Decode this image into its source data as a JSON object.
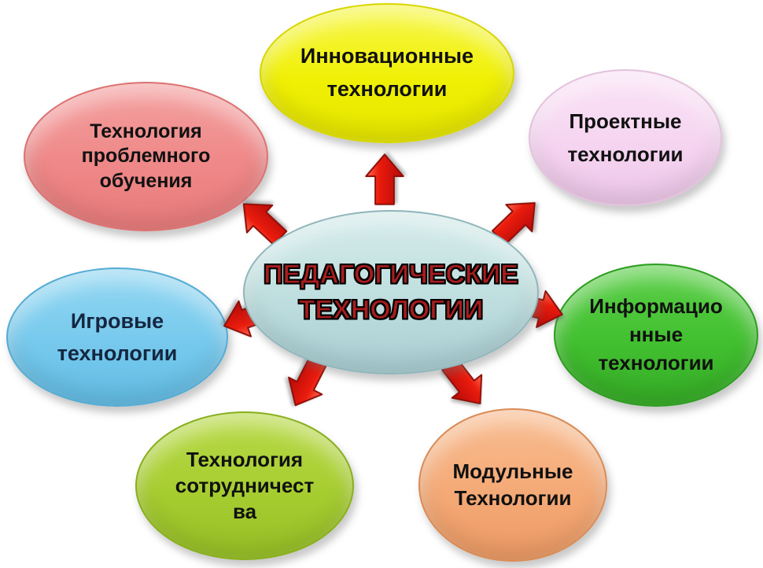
{
  "diagram": {
    "background_color": "#ffffff",
    "center": {
      "label": "ПЕДАГОГИЧЕСКИЕ\nТЕХНОЛОГИИ",
      "fill": "#bfe0e0",
      "border_color": "#8fb6bb",
      "text_color": "#a81d1d",
      "text_outline_color": "#000000"
    },
    "nodes": [
      {
        "id": "innovative",
        "label": "Инновационные\nтехнологии",
        "fill": "#f0f005",
        "text_color": "#111111",
        "position": "top"
      },
      {
        "id": "project",
        "label": "Проектные\nтехнологии",
        "fill": "#f5d3f0",
        "text_color": "#111111",
        "position": "top-right"
      },
      {
        "id": "info",
        "label": "Информацио\nнные\nтехнологии",
        "fill": "#42c030",
        "text_color": "#111111",
        "position": "right"
      },
      {
        "id": "modular",
        "label": "Модульные\nТехнологии",
        "fill": "#f4a874",
        "text_color": "#111111",
        "position": "bottom-right"
      },
      {
        "id": "cooperation",
        "label": "Технология\nсотрудничест\nва",
        "fill": "#a6cd30",
        "text_color": "#111111",
        "position": "bottom-left"
      },
      {
        "id": "game",
        "label": "Игровые\nтехнологии",
        "fill": "#76c9ed",
        "text_color": "#152740",
        "position": "left"
      },
      {
        "id": "problem",
        "label": "Технология\nпроблемного\nобучения",
        "fill": "#ef8888",
        "text_color": "#111111",
        "position": "top-left"
      }
    ],
    "arrows": {
      "color": "#e31212",
      "outline_color": "#8e0f08",
      "directions": [
        "up",
        "up-left",
        "up-right",
        "right",
        "left",
        "down-left",
        "down-right"
      ]
    }
  }
}
